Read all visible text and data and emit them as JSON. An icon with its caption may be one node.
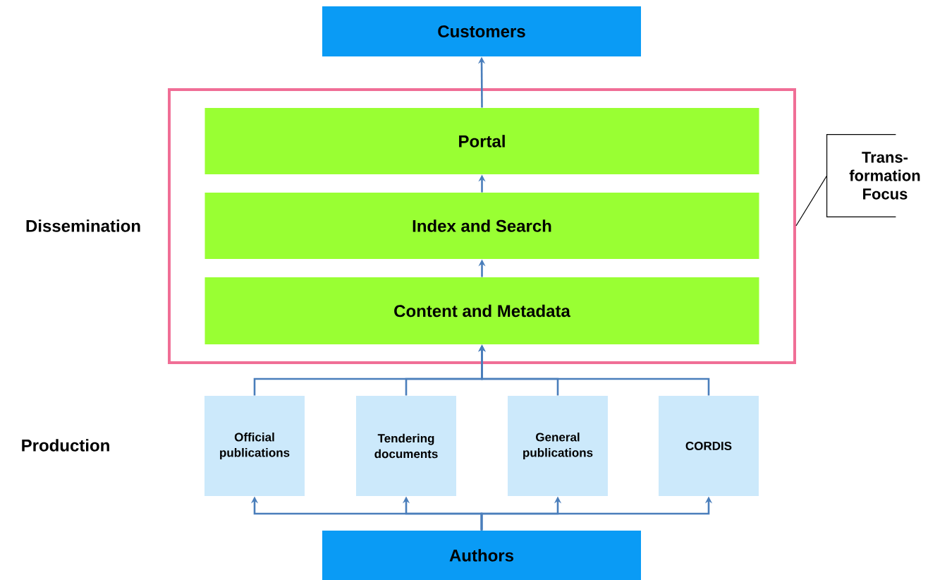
{
  "diagram": {
    "nodes": [
      {
        "text": [
          "Customers"
        ]
      },
      {
        "text": [],
        "shape": "box"
      },
      {
        "text": [
          "Portal"
        ],
        "in": 1
      },
      {
        "text": [
          "Index and Search"
        ],
        "in": 1
      },
      {
        "text": [
          "Content and Metadata"
        ],
        "in": 1
      },
      {
        "text": [
          "Trans-formation Focus"
        ]
      },
      {
        "text": [
          "Official publications"
        ]
      },
      {
        "text": [
          "Tendering documents"
        ]
      },
      {
        "text": [
          "General publications"
        ]
      },
      {
        "text": [
          "CORDIS"
        ]
      },
      {
        "text": [
          "Authors"
        ]
      }
    ],
    "edges": [
      {
        "from": 10,
        "to": 6,
        "arrow": "to"
      },
      {
        "from": 10,
        "to": 7,
        "arrow": "to"
      },
      {
        "from": 10,
        "to": 8,
        "arrow": "to"
      },
      {
        "from": 10,
        "to": 9,
        "arrow": "to"
      },
      {
        "from": 6,
        "to": 4,
        "arrow": "to"
      },
      {
        "from": 7,
        "to": 4,
        "arrow": "to"
      },
      {
        "from": 8,
        "to": 4,
        "arrow": "to"
      },
      {
        "from": 9,
        "to": 4,
        "arrow": "to"
      },
      {
        "from": 4,
        "to": 3,
        "arrow": "to"
      },
      {
        "from": 3,
        "to": 2,
        "arrow": "to"
      },
      {
        "from": 2,
        "to": 0,
        "arrow": "to"
      },
      {
        "from": 5,
        "to": 1,
        "arrow": "none",
        "color": "#000000"
      }
    ],
    "labels": [
      "Dissemination",
      "Production"
    ]
  }
}
